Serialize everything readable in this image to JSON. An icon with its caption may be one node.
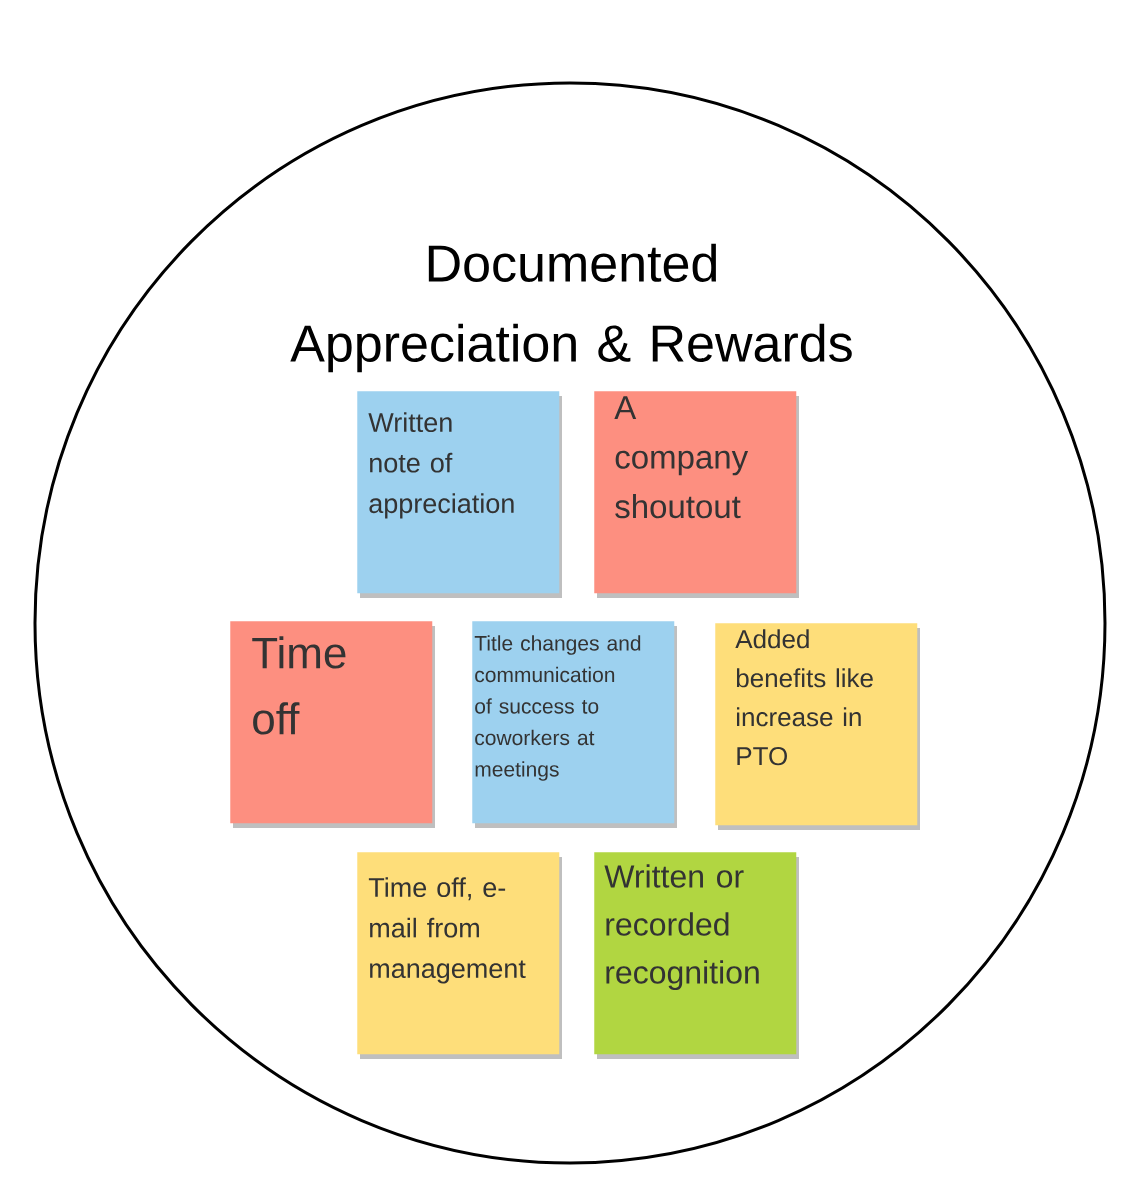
{
  "diagram": {
    "nodes": [
      {
        "text": [
          "Documented Appreciation & Rewards"
        ]
      },
      {
        "text": [
          "Written note of appreciation"
        ],
        "in": 0
      },
      {
        "text": [
          "A company shoutout"
        ],
        "in": 0
      },
      {
        "text": [
          "Time off"
        ],
        "in": 0
      },
      {
        "text": [
          "Title changes and communication of success to coworkers at meetings"
        ],
        "in": 0
      },
      {
        "text": [
          "Added benefits like increase in PTO"
        ],
        "in": 0
      },
      {
        "text": [
          "Time off, e-mail from management"
        ],
        "in": 0
      },
      {
        "text": [
          "Written or recorded recognition"
        ],
        "in": 0
      }
    ]
  }
}
